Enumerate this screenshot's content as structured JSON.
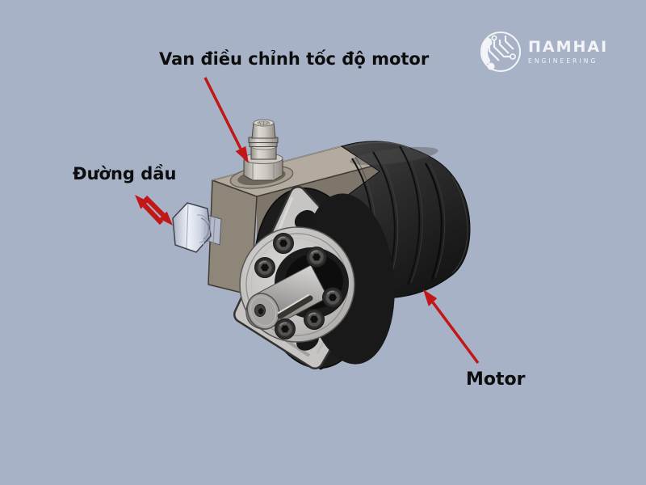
{
  "colors": {
    "background": "#a8b2c6",
    "label_text": "#0d0d0d",
    "arrow_red": "#c31616",
    "logo_white": "#f2f4f8"
  },
  "labels": {
    "valve": "Van điều chỉnh tốc độ motor",
    "oil_line": "Đường dầu",
    "motor": "Motor"
  },
  "logo": {
    "brand": "ΠAMHAI",
    "subtitle": "ENGINEERING",
    "icon": "circuit-circle-icon"
  },
  "illustration": {
    "parts": [
      {
        "name": "speed-control-valve",
        "label": "Van điều chỉnh tốc độ motor"
      },
      {
        "name": "oil-port-fitting",
        "label": "Đường dầu"
      },
      {
        "name": "motor",
        "label": "Motor"
      }
    ]
  }
}
